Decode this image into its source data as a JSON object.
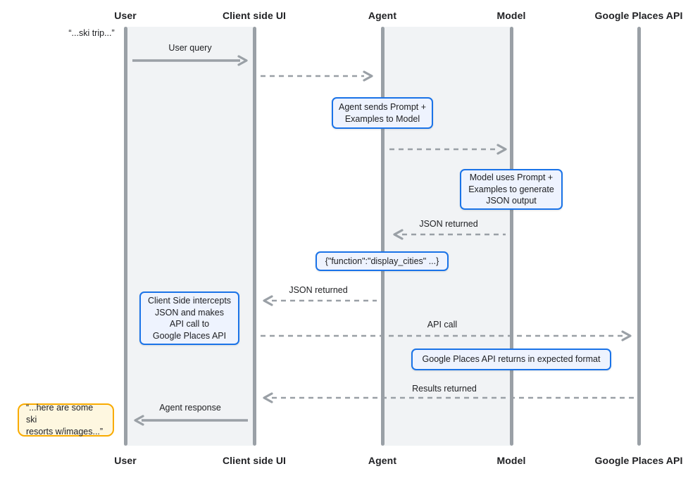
{
  "colors": {
    "accent-blue": "#1a73e8",
    "note-blue-bg": "#eef3fe",
    "accent-yellow": "#f9ab00",
    "quote-yellow-bg": "#fef7e0",
    "line-gray": "#9aa0a6",
    "band-gray": "#f1f3f5",
    "text-dark": "#202124"
  },
  "diagram": {
    "participants": [
      {
        "name": "User"
      },
      {
        "name": "Client side UI"
      },
      {
        "name": "Agent"
      },
      {
        "name": "Model"
      },
      {
        "name": "Google Places API"
      }
    ],
    "quotes": {
      "top": "“...ski trip...”",
      "bottom": "“...here are some ski\nresorts w/images...”"
    },
    "messages": {
      "user_query": "User query",
      "json_returned_model": "JSON returned",
      "json_returned_agent": "JSON returned",
      "api_call": "API call",
      "results_returned": "Results returned",
      "agent_response": "Agent response"
    },
    "notes": {
      "agent_prompt": "Agent sends Prompt +\nExamples to Model",
      "model_generates": "Model uses Prompt +\nExamples to generate\nJSON output",
      "function_json": "{\"function\":\"display_cities\" ...}",
      "client_intercepts": "Client Side intercepts\nJSON and makes\nAPI call to\nGoogle Places API",
      "places_returns": "Google Places API returns in expected format"
    }
  }
}
